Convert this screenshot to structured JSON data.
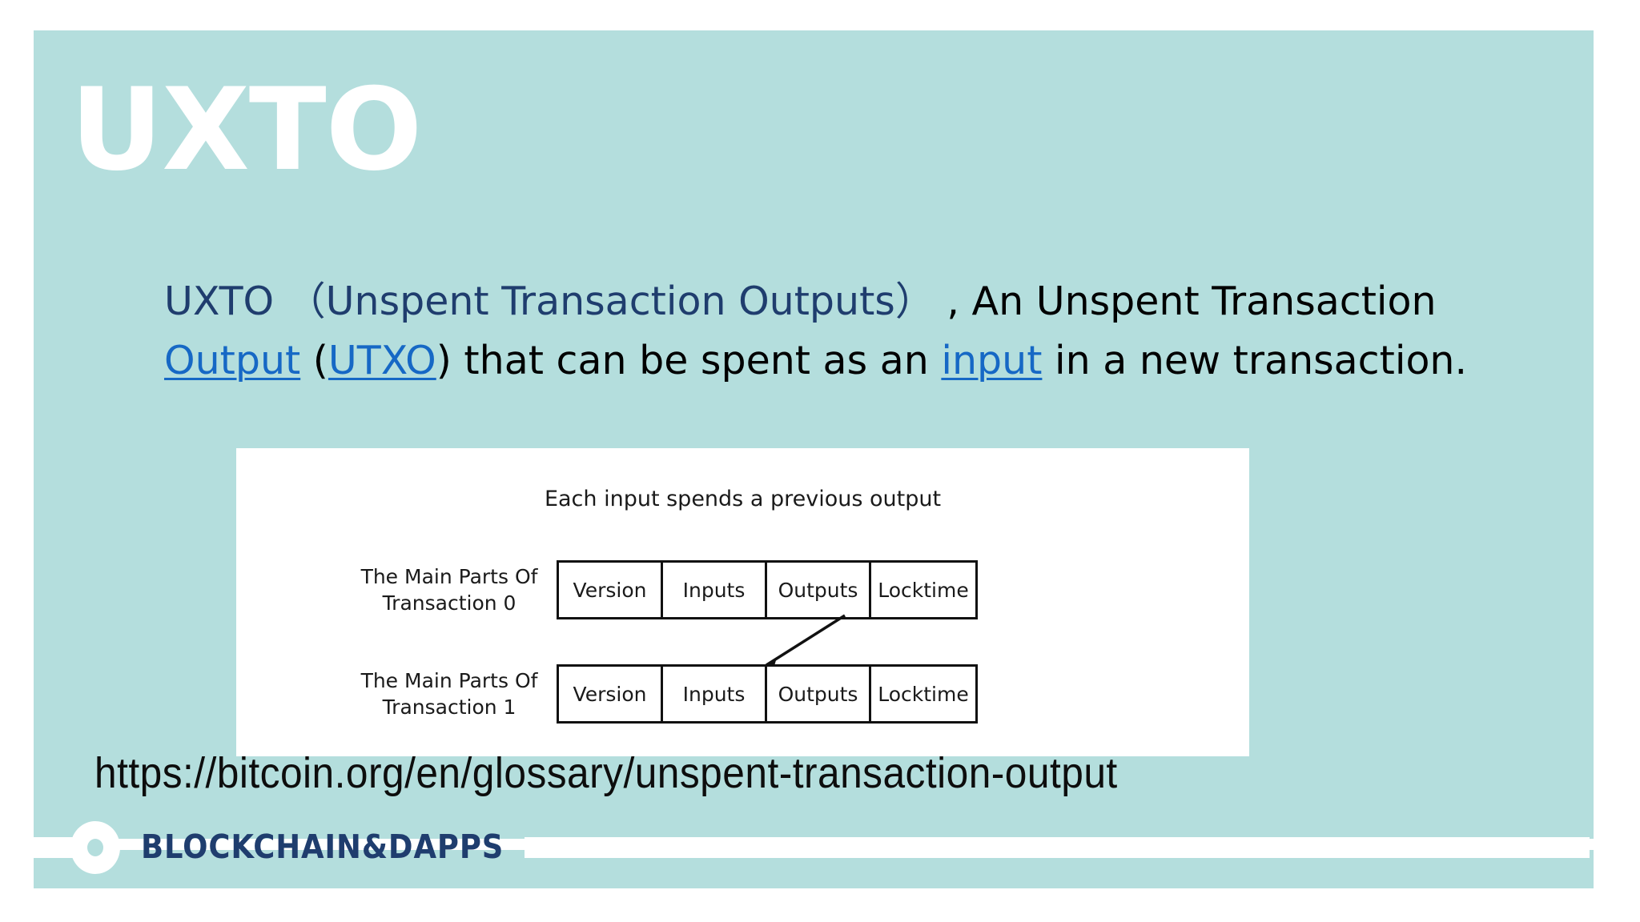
{
  "slide": {
    "title": "UXTO",
    "background_panel_color": "#b4dedd",
    "title_color": "#ffffff"
  },
  "body": {
    "segment_navy": "UXTO （Unspent Transaction Outputs）",
    "segment_after_navy": " , An Unspent Transaction ",
    "link_output": "Output",
    "between_links": " (",
    "link_utxo": "UTXO",
    "after_utxo": ") that can be spent as an ",
    "link_input": "input",
    "tail": " in a new transaction.",
    "navy_color": "#1f3d6e",
    "link_color": "#1668c5",
    "text_color": "#000000"
  },
  "diagram": {
    "caption": "Each input spends a previous output",
    "rows": [
      {
        "label_line1": "The Main Parts Of",
        "label_line2": "Transaction 0",
        "cells": [
          "Version",
          "Inputs",
          "Outputs",
          "Locktime"
        ]
      },
      {
        "label_line1": "The Main Parts Of",
        "label_line2": "Transaction 1",
        "cells": [
          "Version",
          "Inputs",
          "Outputs",
          "Locktime"
        ]
      }
    ],
    "arrow_from": "Outputs of Transaction 0",
    "arrow_to": "Inputs of Transaction 1"
  },
  "source": {
    "url": "https://bitcoin.org/en/glossary/unspent-transaction-output"
  },
  "footer": {
    "brand": "BLOCKCHAIN&DAPPS",
    "brand_color": "#1f3d6e",
    "logo_icon": "ring-icon"
  }
}
